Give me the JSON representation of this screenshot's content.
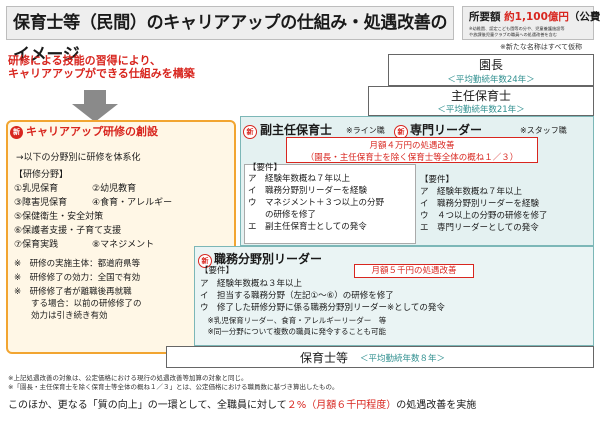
{
  "title": "保育士等（民間）のキャリアアップの仕組み・処遇改善のイメージ",
  "budget": {
    "label": "所要額",
    "amount": "約1,100億円",
    "suffix": "（公費）",
    "note1": "※幼稚園、認定こども園等の分や、児童養護施設等",
    "note2": "や放課後児童クラブの職員への処遇改善を含む"
  },
  "name_note": "※新たな名称はすべて仮称",
  "intro": {
    "line1": "研修による技能の習得により、",
    "line2": "キャリアアップができる仕組みを構築"
  },
  "career": {
    "badge": "新",
    "title": "キャリアアップ研修の創設",
    "subtitle": "→以下の分野別に研修を体系化",
    "fields_title": "【研修分野】",
    "fields": [
      "①乳児保育",
      "②幼児教育",
      "③障害児保育",
      "④食育・アレルギー",
      "⑤保健衛生・安全対策",
      "",
      "⑥保護者支援・子育て支援",
      "",
      "⑦保育実践",
      "⑧マネジメント"
    ],
    "notes": [
      "※　研修の実施主体：都道府県等",
      "※　研修修了の効力：全国で有効",
      "※　研修修了者が離職後再就職",
      "　　する場合：以前の研修修了の",
      "　　効力は引き続き有効"
    ]
  },
  "director": {
    "title": "園長",
    "years": "＜平均勤続年数24年＞"
  },
  "chief": {
    "title": "主任保育士",
    "years": "＜平均勤続年数21年＞"
  },
  "vice": {
    "badge": "新",
    "title": "副主任保育士",
    "type": "※ライン職",
    "pay_line1": "月額４万円の処遇改善",
    "pay_line2": "（園長・主任保育士を除く保育士等全体の概ね１／３）",
    "req_title": "【要件】",
    "reqs": [
      "ア　経験年数概ね７年以上",
      "イ　職務分野別リーダーを経験",
      "ウ　マネジメント＋３つ以上の分野",
      "　　の研修を修了",
      "エ　副主任保育士としての発令"
    ]
  },
  "specialist": {
    "badge": "新",
    "title": "専門リーダー",
    "type": "※スタッフ職",
    "req_title": "【要件】",
    "reqs": [
      "ア　経験年数概ね７年以上",
      "イ　職務分野別リーダーを経験",
      "ウ　４つ以上の分野の研修を修了",
      "エ　専門リーダーとしての発令"
    ]
  },
  "field_leader": {
    "badge": "新",
    "title": "職務分野別リーダー",
    "req_title": "【要件】",
    "pay": "月額５千円の処遇改善",
    "reqs": [
      "ア　経験年数概ね３年以上",
      "イ　担当する職務分野（左記①～⑥）の研修を修了",
      "ウ　修了した研修分野に係る職務分野別リーダー※としての発令",
      "　※乳児保育リーダー、食育・アレルギーリーダー　等",
      "　※同一分野について複数の職員に発令することも可能"
    ]
  },
  "base": {
    "title": "保育士等",
    "years": "＜平均勤続年数８年＞"
  },
  "footnotes": [
    "※上記処遇改善の対象は、公定価格における現行の処遇改善等加算の対象と同じ。",
    "※「園長・主任保育士を除く保育士等全体の概ね１／３」とは、公定価格における職員数に基づき算出したもの。"
  ],
  "bottom": {
    "pre": "このほか、更なる「質の向上」の一環として、全職員に対して",
    "highlight": "２%（月額６千円程度）",
    "post": "の処遇改善を実施"
  },
  "colors": {
    "accent_red": "#d8261f",
    "career_border": "#f2a531",
    "career_fill": "#fff7e6",
    "role_fill": "#e4f1f1",
    "teal_text": "#2f8f8f"
  }
}
